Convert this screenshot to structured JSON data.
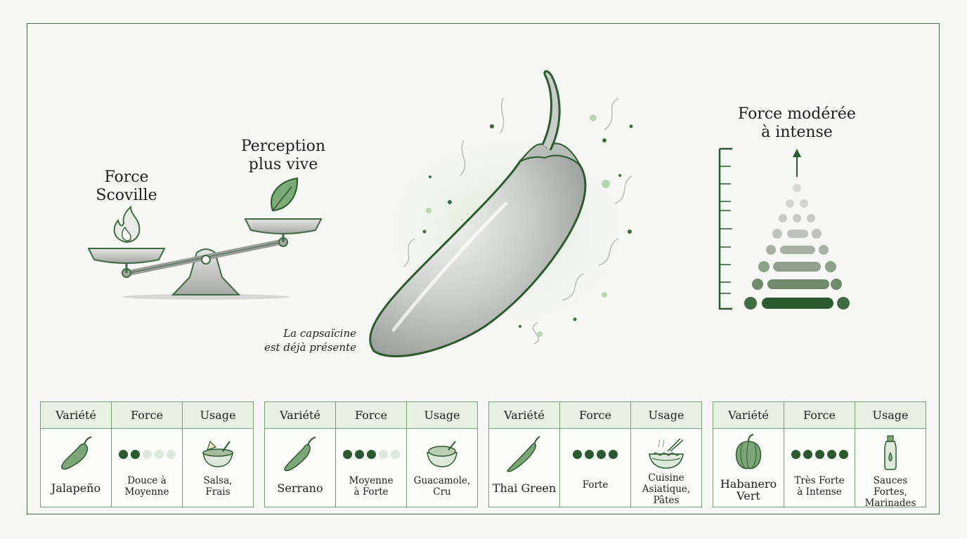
{
  "diagram": {
    "left_scale": {
      "left_label": "Force\nScoville",
      "right_label": "Perception\nplus vive"
    },
    "center": {
      "caption": "La capsaïcine\nest déjà présente"
    },
    "right_meter": {
      "label": "Force modérée\nà intense"
    }
  },
  "colors": {
    "frame": "#3f6a42",
    "dark_green": "#2a5a2e",
    "header_bg": "#e6f0e3",
    "light_dot": "#dfe8dc"
  },
  "tables": [
    {
      "headers": [
        "Variété",
        "Force",
        "Usage"
      ],
      "variety": "Jalapeño",
      "variety_icon": "pepper-icon",
      "force_level": 2,
      "force_max": 5,
      "force": "Douce à\nMoyenne",
      "usage_icon": "salsa-bowl-icon",
      "usage": "Salsa,\nFrais"
    },
    {
      "headers": [
        "Variété",
        "Force",
        "Usage"
      ],
      "variety": "Serrano",
      "variety_icon": "pepper-icon",
      "force_level": 3,
      "force_max": 5,
      "force": "Moyenne\nà Forte",
      "usage_icon": "guacamole-bowl-icon",
      "usage": "Guacamole,\nCru"
    },
    {
      "headers": [
        "Variété",
        "Force",
        "Usage"
      ],
      "variety": "Thai Green",
      "variety_icon": "pepper-icon",
      "force_level": 4,
      "force_max": 4,
      "force": "Forte",
      "usage_icon": "noodle-bowl-icon",
      "usage": "Cuisine\nAsiatique,\nPâtes"
    },
    {
      "headers": [
        "Variété",
        "Force",
        "Usage"
      ],
      "variety": "Habanero\nVert",
      "variety_icon": "habanero-icon",
      "force_level": 5,
      "force_max": 5,
      "force": "Très Forte\nà Intense",
      "usage_icon": "sauce-bottle-icon",
      "usage": "Sauces Fortes,\nMarinades"
    }
  ]
}
